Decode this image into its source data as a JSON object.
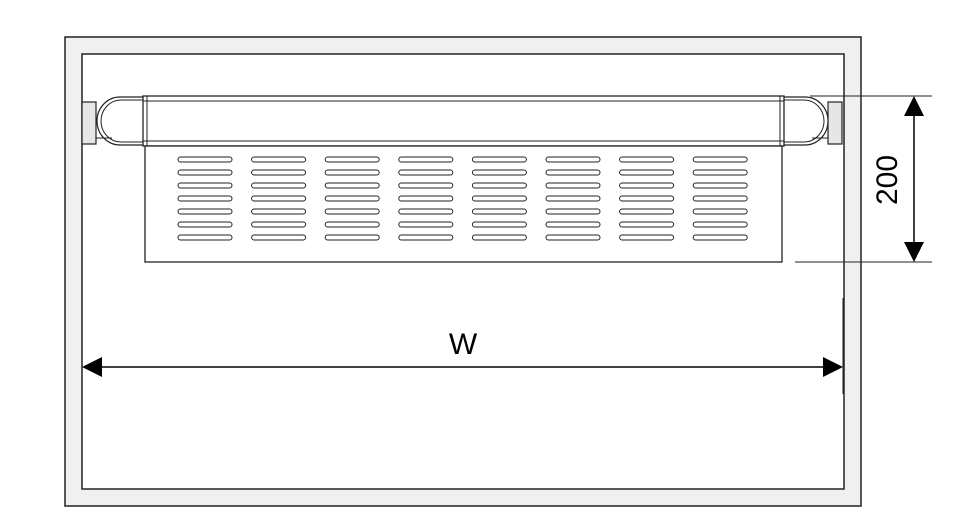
{
  "labels": {
    "width": "W",
    "height": "200"
  },
  "colors": {
    "cabinet_frame": "#f0f0f0",
    "outline": "#222222",
    "dimension_line": "#000000",
    "background": "#ffffff"
  },
  "basket": {
    "slot_columns": 8,
    "slot_rows": 7
  }
}
